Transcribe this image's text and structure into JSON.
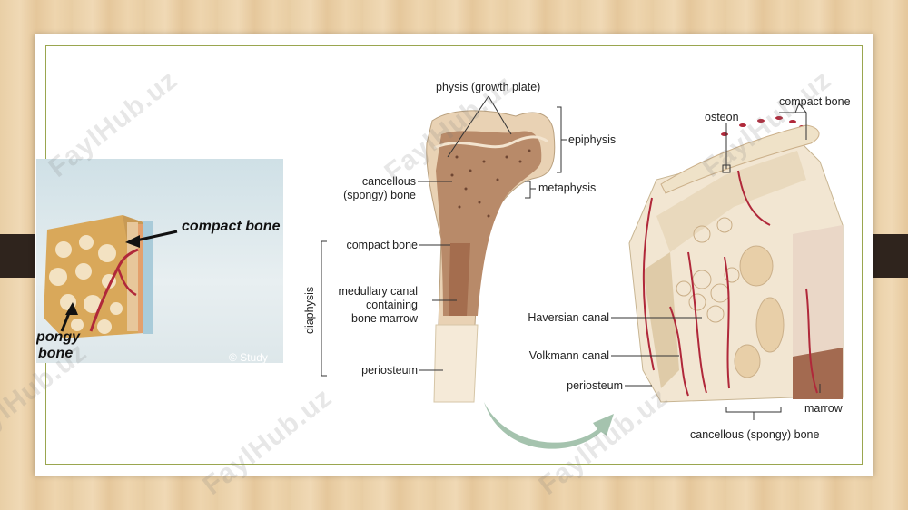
{
  "watermark": "FaylHub.uz",
  "photo": {
    "label_compact": "compact bone",
    "label_spongy_1": "pongy",
    "label_spongy_2": "bone",
    "credit": "© Study"
  },
  "diagram": {
    "physis": "physis (growth plate)",
    "epiphysis": "epiphysis",
    "metaphysis": "metaphysis",
    "cancellous_1": "cancellous",
    "cancellous_2": "(spongy) bone",
    "compact_bone_left": "compact bone",
    "medullary_1": "medullary canal",
    "medullary_2": "containing",
    "medullary_3": "bone marrow",
    "periosteum_left": "periosteum",
    "diaphysis": "diaphysis",
    "osteon": "osteon",
    "compact_bone_right": "compact bone",
    "haversian": "Haversian canal",
    "volkmann": "Volkmann canal",
    "periosteum_right": "periosteum",
    "marrow": "marrow",
    "cancellous_bottom": "cancellous (spongy) bone"
  },
  "colors": {
    "bone": "#e9d2b4",
    "marrow": "#a46d4e",
    "vessel": "#b0283a",
    "frame": "#9aa64f"
  }
}
